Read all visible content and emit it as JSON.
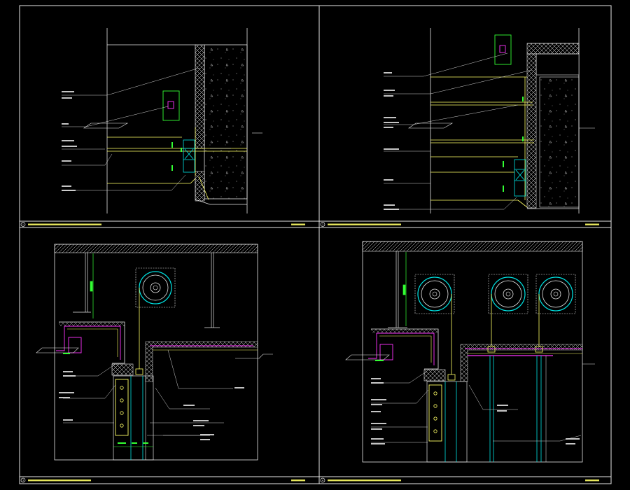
{
  "colors": {
    "background": "#000000",
    "frame": "#e6e6e6",
    "construction": "#ffff66",
    "section": "#e6e6e6",
    "glazing": "#00e5e5",
    "fixture": "#33ff33",
    "insulation": "#ff33ff",
    "leader": "#cfcfcf"
  },
  "panels": [
    {
      "id": "panel-1",
      "index": "1",
      "title": "",
      "scale": ""
    },
    {
      "id": "panel-2",
      "index": "2",
      "title": "",
      "scale": ""
    },
    {
      "id": "panel-3",
      "index": "3",
      "title": "",
      "scale": ""
    },
    {
      "id": "panel-4",
      "index": "4",
      "title": "",
      "scale": ""
    }
  ]
}
